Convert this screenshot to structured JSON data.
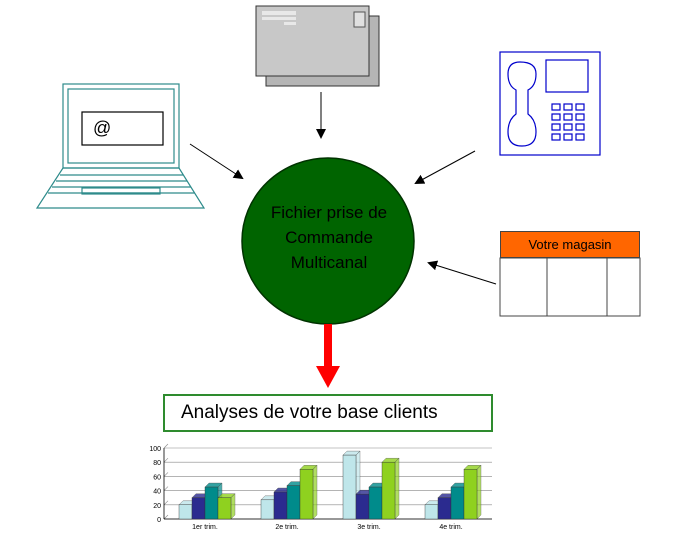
{
  "hub": {
    "line1": "Fichier prise de",
    "line2": "Commande",
    "line3": "Multicanal",
    "color": "#006400"
  },
  "computer": {
    "email_symbol": "@",
    "color": "#2e8b8b"
  },
  "store": {
    "title": "Votre magasin",
    "header_color": "#ff6600"
  },
  "phone": {
    "color": "#0000cc"
  },
  "analysis": {
    "title": "Analyses de votre base clients",
    "border_color": "#2e8b2e"
  },
  "arrow_main_color": "#ff0000",
  "chart_data": {
    "type": "bar",
    "categories": [
      "1er trim.",
      "2e trim.",
      "3e trim.",
      "4e trim."
    ],
    "series": [
      {
        "values": [
          20,
          27,
          90,
          20
        ]
      },
      {
        "values": [
          30,
          38,
          35,
          30
        ]
      },
      {
        "values": [
          45,
          47,
          45,
          45
        ]
      },
      {
        "values": [
          30,
          70,
          80,
          70
        ]
      }
    ],
    "series_colors": [
      "#bfe6ea",
      "#2b2b8f",
      "#008b8b",
      "#8fd11f"
    ],
    "ylim": [
      0,
      100
    ],
    "yticks": [
      "0",
      "20",
      "40",
      "60",
      "80",
      "100"
    ],
    "grid": true
  }
}
